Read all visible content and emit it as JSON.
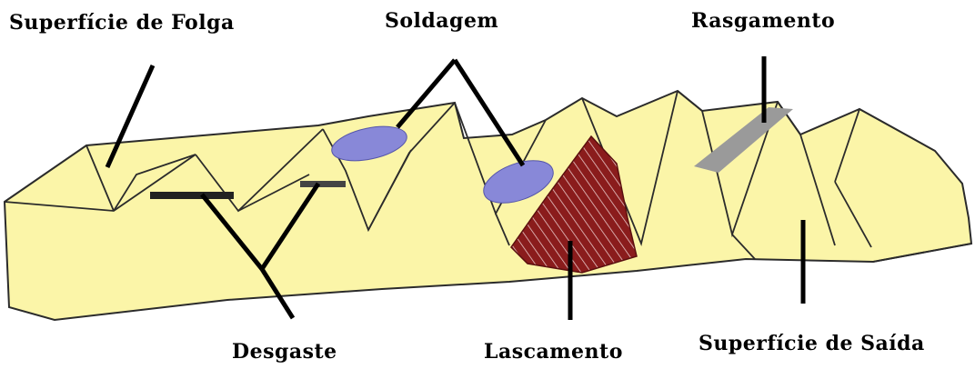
{
  "labels": {
    "superficie_folga": "Superfície de Folga",
    "soldagem": "Soldagem",
    "rasgamento": "Rasgamento",
    "desgaste": "Desgaste",
    "lascamento": "Lascamento",
    "superficie_saida": "Superfície de Saída"
  },
  "colors": {
    "tool_body": "#fbf5a8",
    "tool_outline": "#2b2b2b",
    "soldagem_patch": "#8888d8",
    "rasgamento_patch": "#9a9a9a",
    "lascamento_fill": "#8a1c1c",
    "leader_line": "#000000"
  }
}
